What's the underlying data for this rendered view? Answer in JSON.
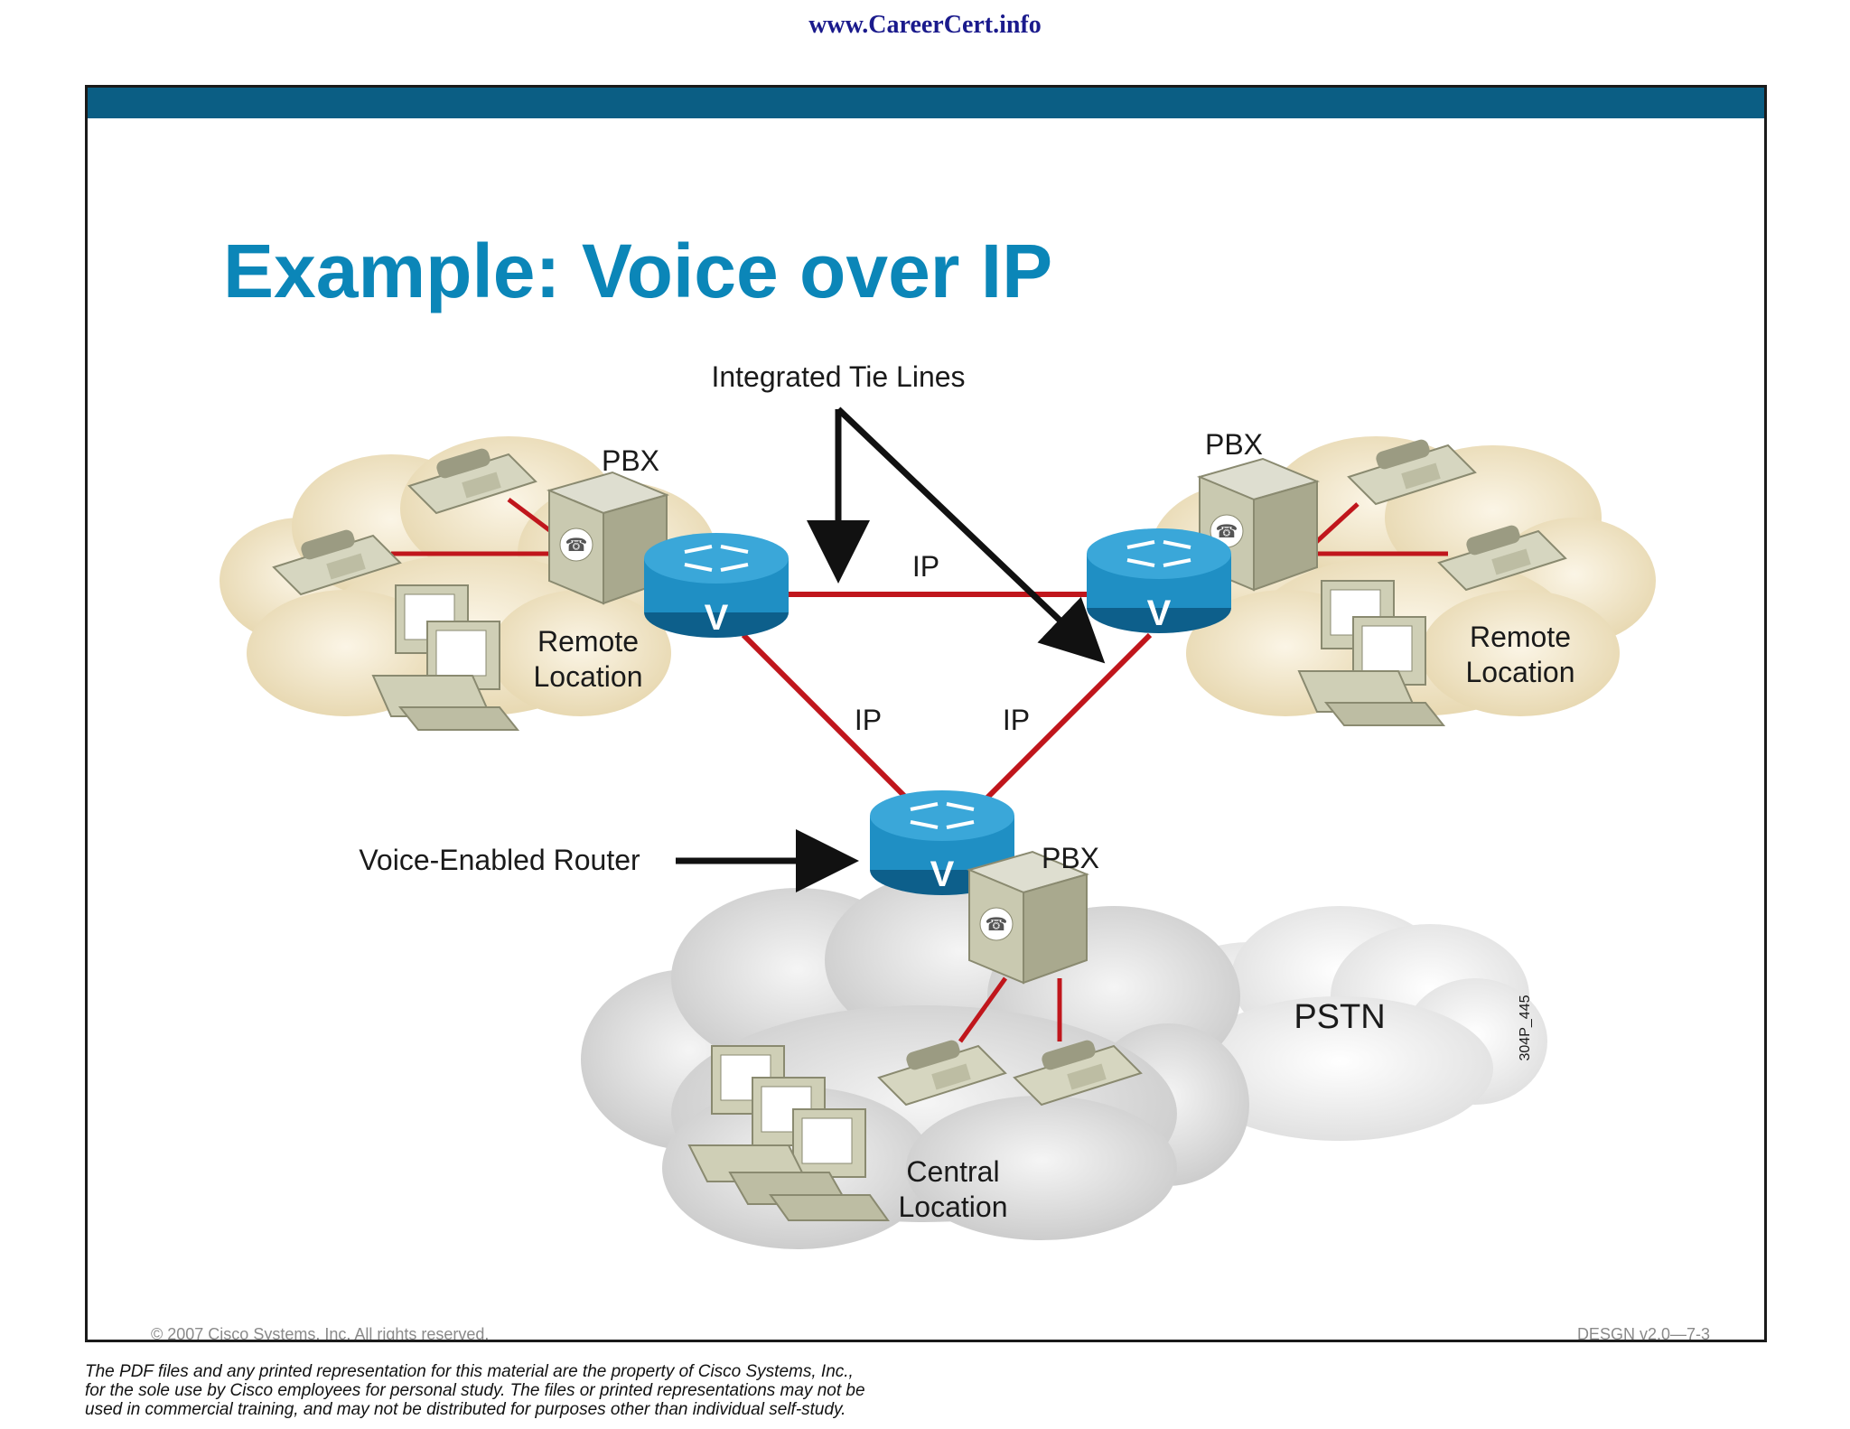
{
  "header": {
    "site_url": "www.CareerCert.info"
  },
  "slide": {
    "title": "Example: Voice over IP",
    "copyright": "© 2007 Cisco Systems, Inc. All rights reserved.",
    "code": "DESGN v2.0—7-3",
    "figure_id": "304P_445"
  },
  "diagram": {
    "labels": {
      "tie_lines": "Integrated Tie Lines",
      "voice_router": "Voice-Enabled Router",
      "ip_top": "IP",
      "ip_left": "IP",
      "ip_right": "IP",
      "pstn": "PSTN"
    },
    "sites": [
      {
        "pbx": "PBX",
        "name_line1": "Remote",
        "name_line2": "Location"
      },
      {
        "pbx": "PBX",
        "name_line1": "Remote",
        "name_line2": "Location"
      },
      {
        "pbx": "PBX",
        "name_line1": "Central",
        "name_line2": "Location"
      }
    ],
    "router_badge": "V",
    "colors": {
      "link": "#c0161c",
      "router": "#1f8fc4",
      "router_dark": "#0d5f8b",
      "pbx": "#c9c9b0",
      "remote_cloud": "#efe3c3",
      "central_cloud": "#dcdcdc",
      "pstn_cloud": "#eeeeee"
    }
  },
  "footer": {
    "disclaimer_line1": "The PDF files and any printed representation for this material are the property of Cisco Systems, Inc.,",
    "disclaimer_line2": "for the sole use by Cisco employees for personal study. The files or printed representations may not be",
    "disclaimer_line3": "used in commercial training, and may not be distributed for purposes other than individual self-study."
  }
}
